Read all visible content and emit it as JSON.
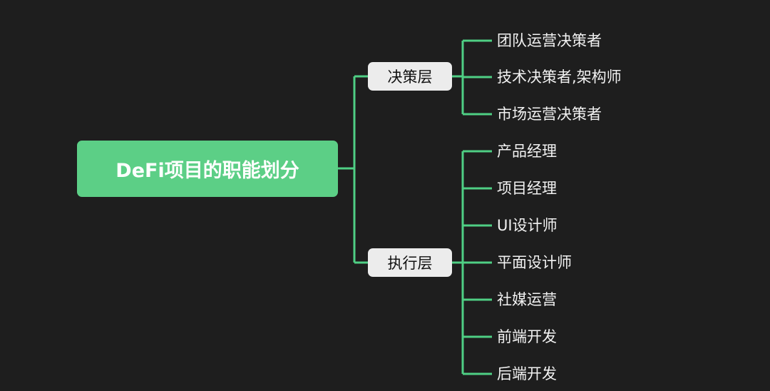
{
  "root": {
    "label": "DeFi项目的职能划分"
  },
  "colors": {
    "accent": "#5ccf86",
    "line": "#4fcf84",
    "background": "#1e1e1e"
  },
  "branches": [
    {
      "label": "决策层",
      "children": [
        "团队运营决策者",
        "技术决策者,架构师",
        "市场运营决策者"
      ]
    },
    {
      "label": "执行层",
      "children": [
        "产品经理",
        "项目经理",
        "UI设计师",
        "平面设计师",
        "社媒运营",
        "前端开发",
        "后端开发"
      ]
    }
  ]
}
